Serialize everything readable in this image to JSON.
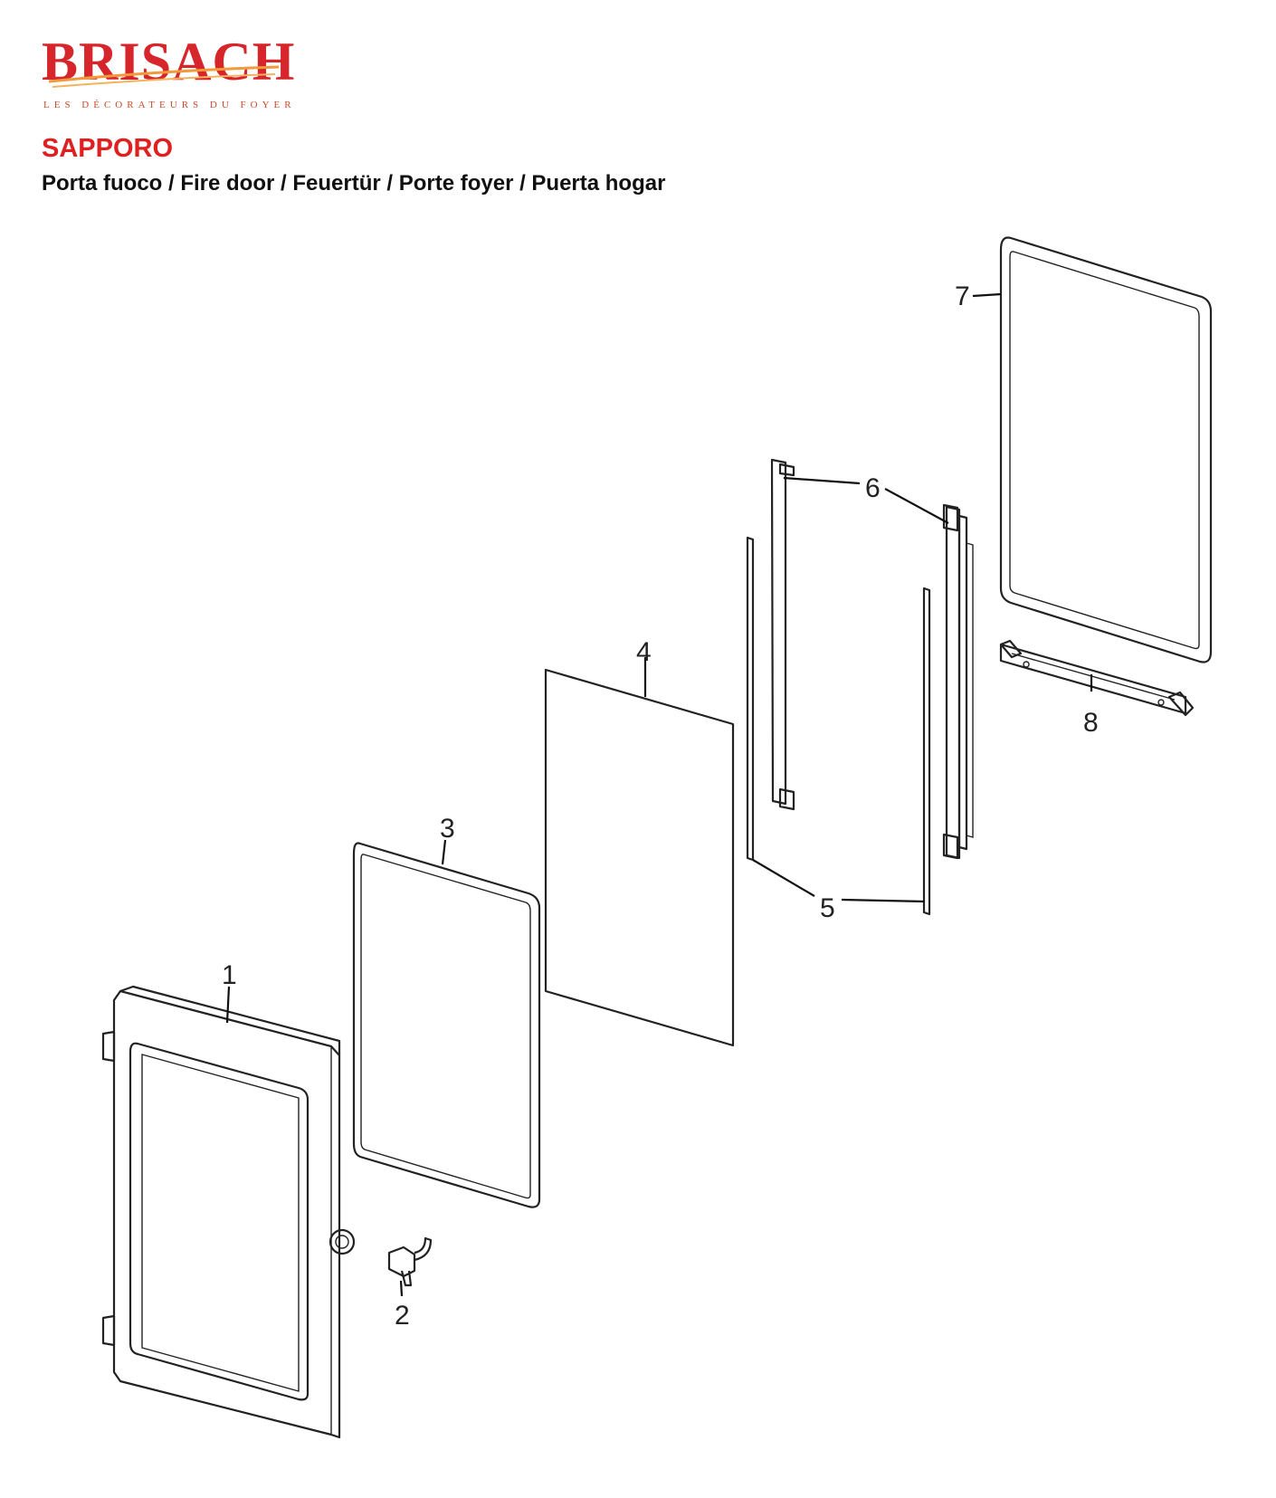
{
  "brand": {
    "name": "BRISACH",
    "tagline": "LES DÉCORATEURS DU FOYER",
    "colors": {
      "brand_red": "#d6262b",
      "title_red": "#e02020",
      "swoosh_orange": "#f29a3a"
    }
  },
  "header": {
    "model": "SAPPORO",
    "description": "Porta fuoco / Fire door / Feuertür / Porte foyer / Puerta hogar"
  },
  "parts": [
    {
      "number": "1",
      "label": "1"
    },
    {
      "number": "2",
      "label": "2"
    },
    {
      "number": "3",
      "label": "3"
    },
    {
      "number": "4",
      "label": "4"
    },
    {
      "number": "5",
      "label": "5"
    },
    {
      "number": "6",
      "label": "6"
    },
    {
      "number": "7",
      "label": "7"
    },
    {
      "number": "8",
      "label": "8"
    }
  ]
}
